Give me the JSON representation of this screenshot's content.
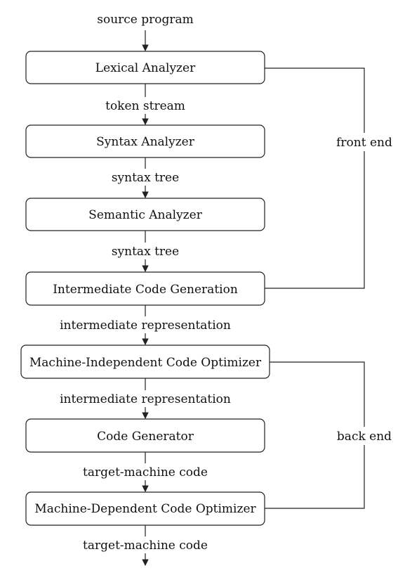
{
  "input_label": "source program",
  "stages": [
    {
      "label": "Lexical Analyzer",
      "output": "token stream"
    },
    {
      "label": "Syntax Analyzer",
      "output": "syntax tree"
    },
    {
      "label": "Semantic Analyzer",
      "output": "syntax tree"
    },
    {
      "label": "Intermediate Code Generation",
      "output": "intermediate representation"
    },
    {
      "label": "Machine-Independent Code Optimizer",
      "output": "intermediate representation"
    },
    {
      "label": "Code Generator",
      "output": "target-machine code"
    },
    {
      "label": "Machine-Dependent Code Optimizer",
      "output": "target-machine code"
    }
  ],
  "groups": {
    "front": {
      "label": "front end",
      "from_stage": 1,
      "to_stage": 4
    },
    "back": {
      "label": "back end",
      "from_stage": 5,
      "to_stage": 7
    }
  }
}
